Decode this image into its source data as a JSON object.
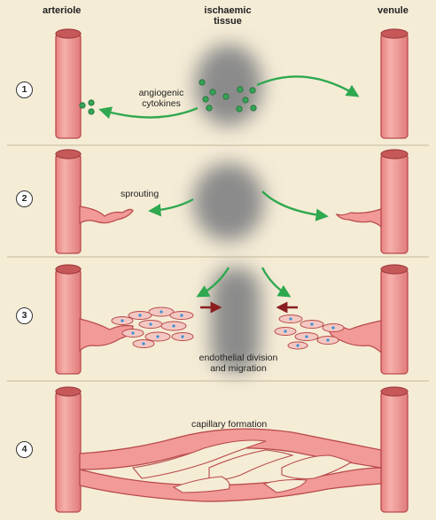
{
  "headers": {
    "arteriole": "arteriole",
    "tissue_line1": "ischaemic",
    "tissue_line2": "tissue",
    "venule": "venule"
  },
  "steps": [
    {
      "number": "1",
      "caption_line1": "angiogenic",
      "caption_line2": "cytokines"
    },
    {
      "number": "2",
      "caption_line1": "sprouting",
      "caption_line2": ""
    },
    {
      "number": "3",
      "caption_line1": "endothelial division",
      "caption_line2": "and migration"
    },
    {
      "number": "4",
      "caption_line1": "capillary formation",
      "caption_line2": ""
    }
  ],
  "colors": {
    "background": "#f5ecd6",
    "panel": "#ece3ce",
    "vessel": "#f19a97",
    "vessel_edge": "#b84a4a",
    "cytokine": "#36a357",
    "arrow_green": "#2fa84f",
    "arrow_red": "#8b1f1f",
    "cell_nucleus": "#3b8fd6"
  },
  "icons": {
    "cytokine": "green-dot",
    "tissue": "grey-blur",
    "cell": "endothelial-cell"
  }
}
